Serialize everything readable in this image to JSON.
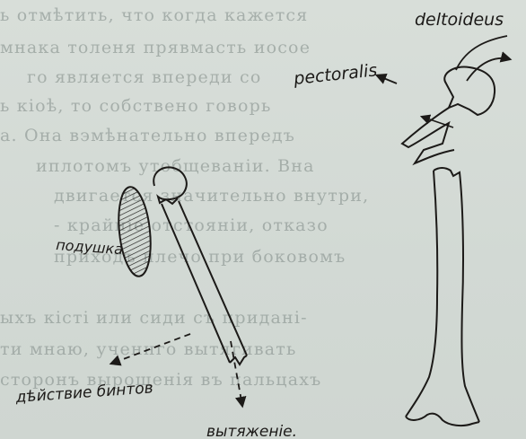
{
  "labels": {
    "deltoideus": "deltoideus",
    "pectoralis": "pectoralis",
    "podushka": "подушка",
    "deistvie_bintov": "дѣйствие бинтов",
    "vytyazhenie": "вытяженiе."
  },
  "printed_text": [
    "ь отмѣтить, что когда кажется",
    "мнака толеня прявмасть иосое",
    "го является впереди со",
    "ь кiоѣ, то собствено говорь",
    "а. Она вэмѣнательно впередъ",
    "иплотомъ утобщеванiи. Вна",
    "двигается значительно внутри,",
    "- крайнiе отстоянiи, отказо",
    "приходъ плечо при боковомъ",
    "",
    "ыхъ кiстi или сиди съ приданi-",
    "ти мнаю, ученнго вытягивать",
    "сторонъ вырощенiя въ пальцахъ"
  ]
}
